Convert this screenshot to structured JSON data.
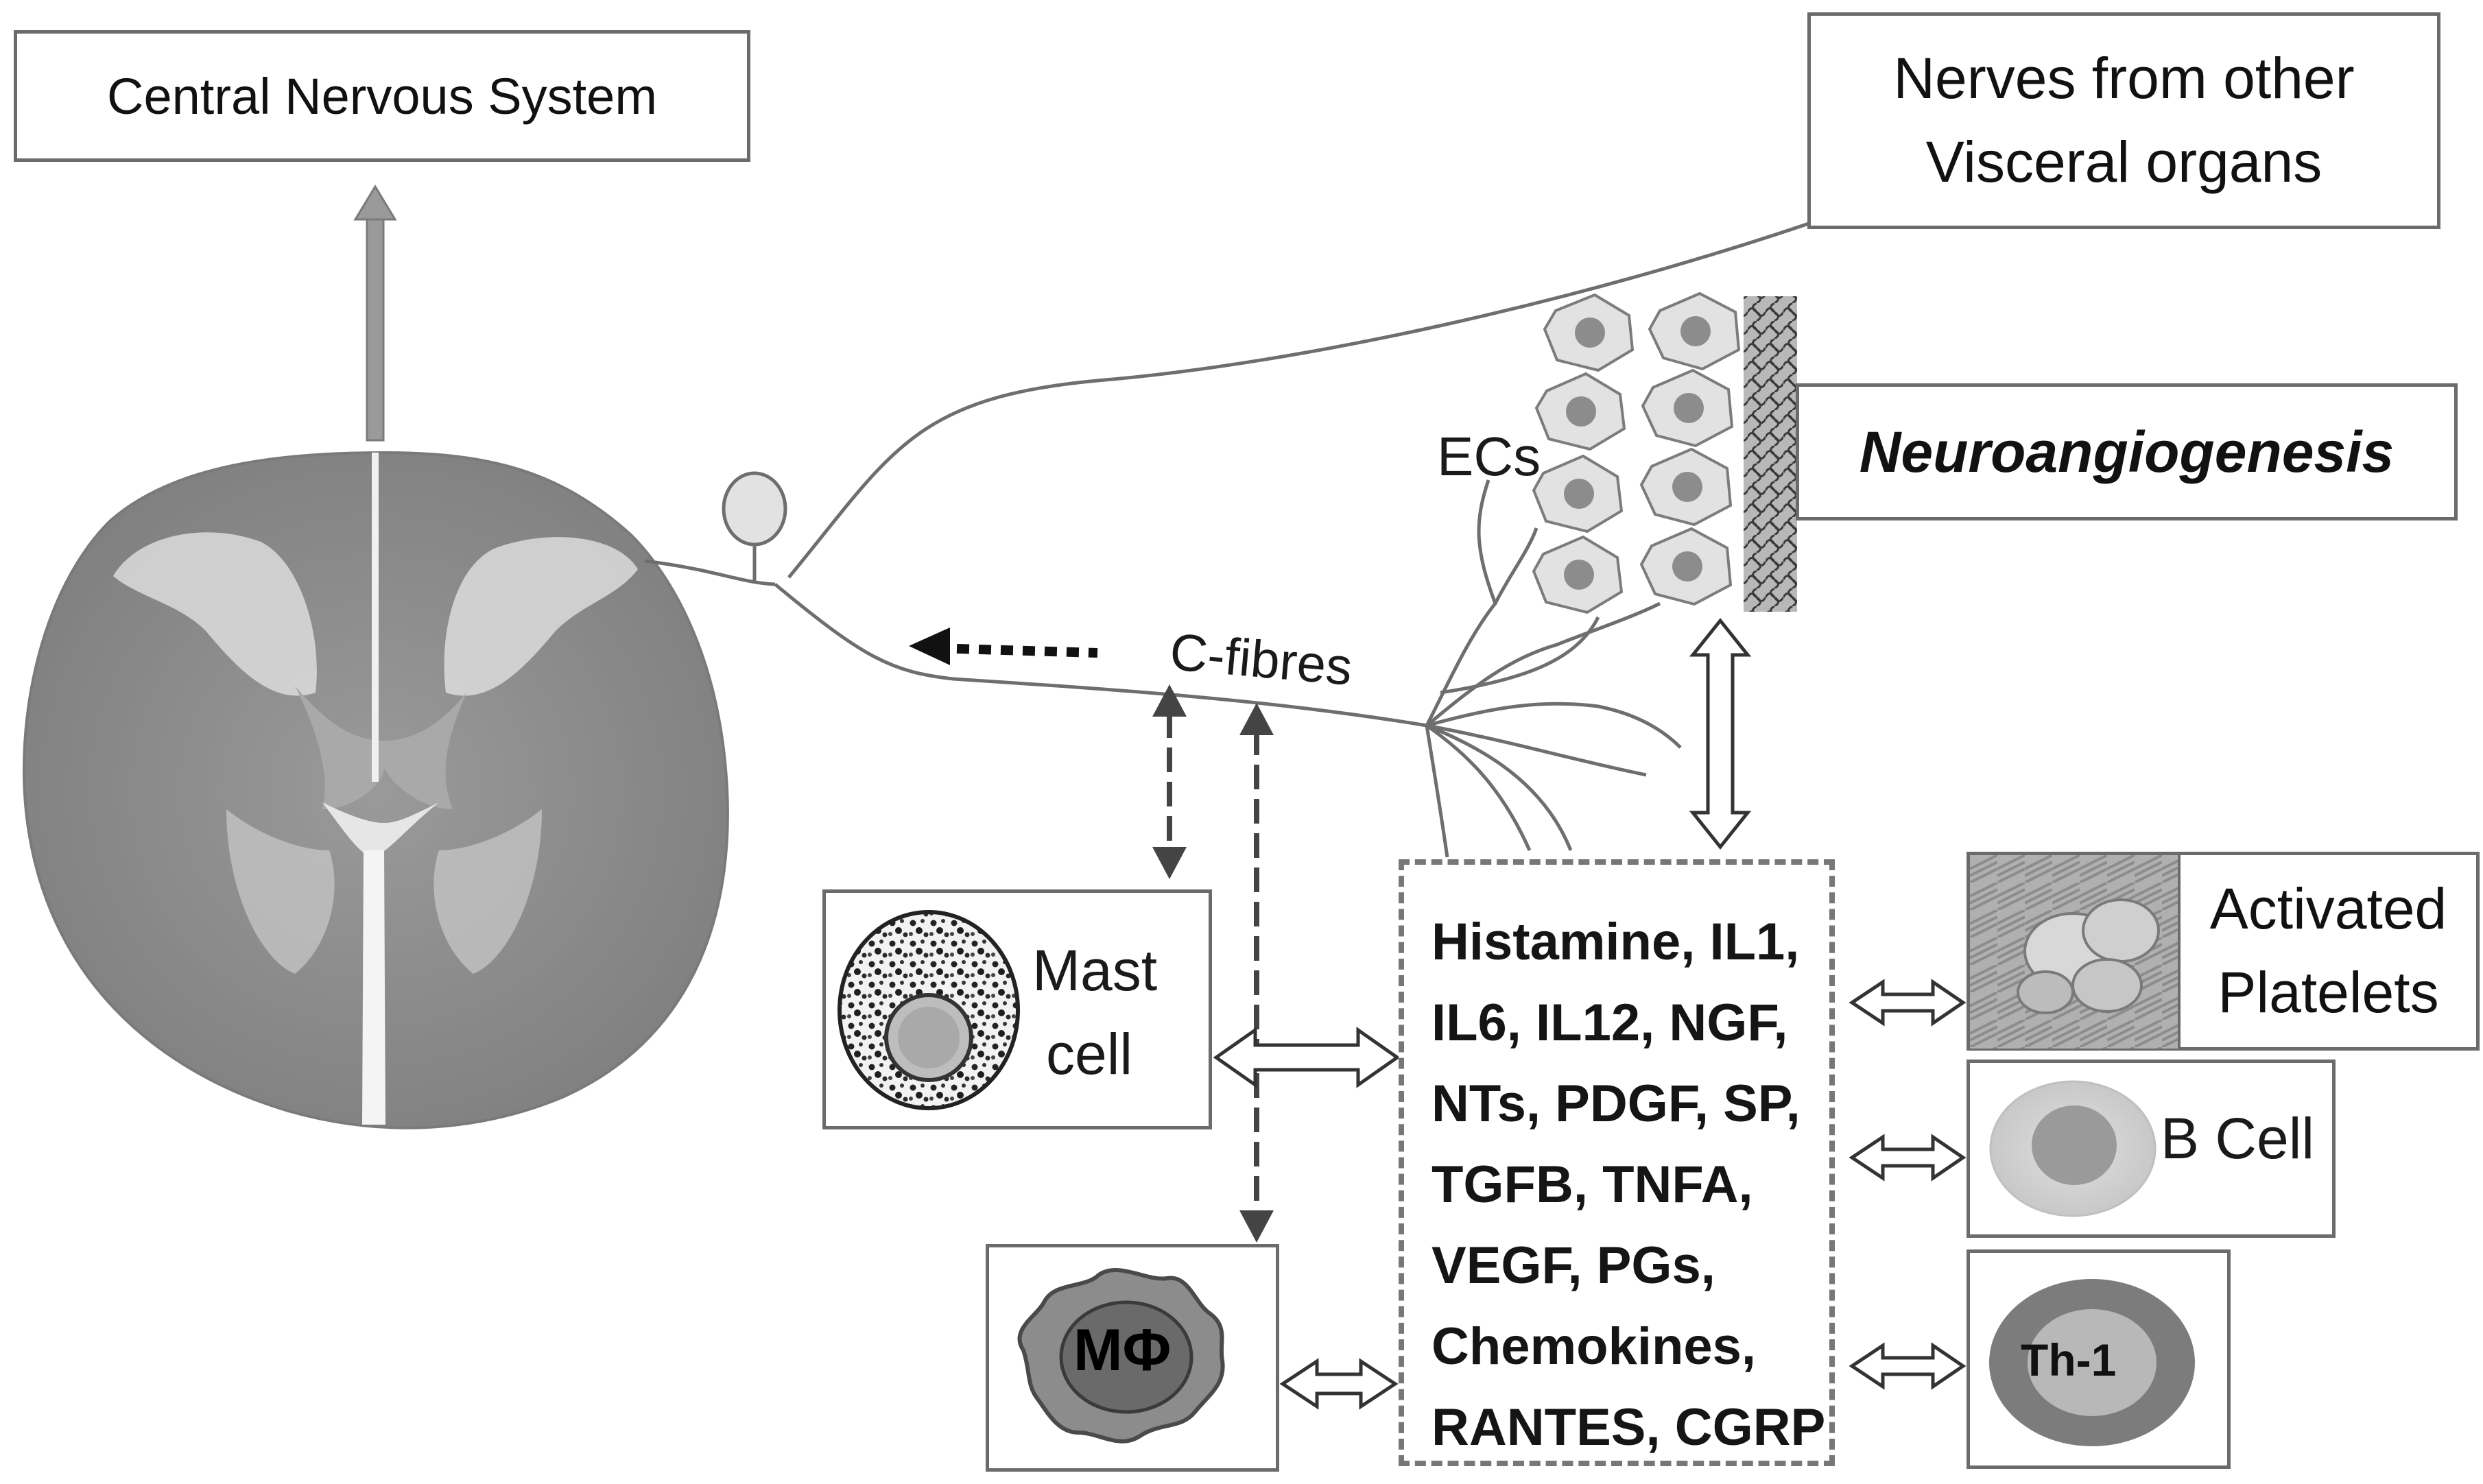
{
  "labels": {
    "cns": "Central Nervous System",
    "nerves_line1": "Nerves from other",
    "nerves_line2": "Visceral organs",
    "neuroangiogenesis": "Neuroangiogenesis",
    "ecs": "ECs",
    "c_fibres": "C-fibres",
    "mast_line1": "Mast",
    "mast_line2": "cell",
    "macrophage": "MΦ",
    "platelets_line1": "Activated",
    "platelets_line2": "Platelets",
    "b_cell": "B Cell",
    "th1": "Th-1"
  },
  "mediators": [
    "Histamine, IL1,",
    "IL6, IL12, NGF,",
    "NTs, PDGF, SP,",
    "TGFB, TNFA,",
    "VEGF, PGs,",
    "Chemokines,",
    "RANTES, CGRP"
  ],
  "colors": {
    "tissue_dark": "#8a8a8a",
    "tissue_light": "#d4d4d4",
    "cell_fill": "#e2e2e2",
    "nucleus": "#8c8c8c",
    "nerve_line": "#6e6e6e",
    "arrow_fill": "#9a9a9a",
    "dash_arrow": "#444444"
  }
}
